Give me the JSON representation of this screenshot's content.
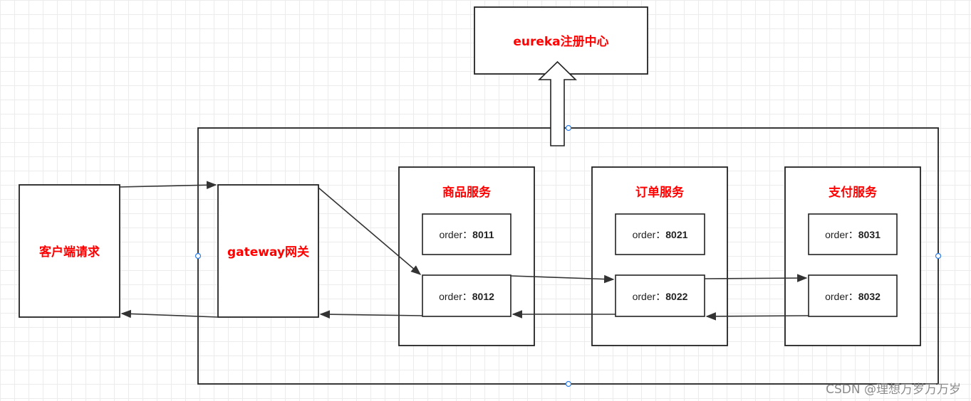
{
  "nodes": {
    "eureka": "eureka注册中心",
    "client": "客户端请求",
    "gateway": "gateway网关",
    "product": "商品服务",
    "order": "订单服务",
    "payment": "支付服务"
  },
  "instances": {
    "label": "order：",
    "product": [
      "8011",
      "8012"
    ],
    "order": [
      "8021",
      "8022"
    ],
    "payment": [
      "8031",
      "8032"
    ]
  },
  "watermark": "CSDN @理想万岁万万岁"
}
